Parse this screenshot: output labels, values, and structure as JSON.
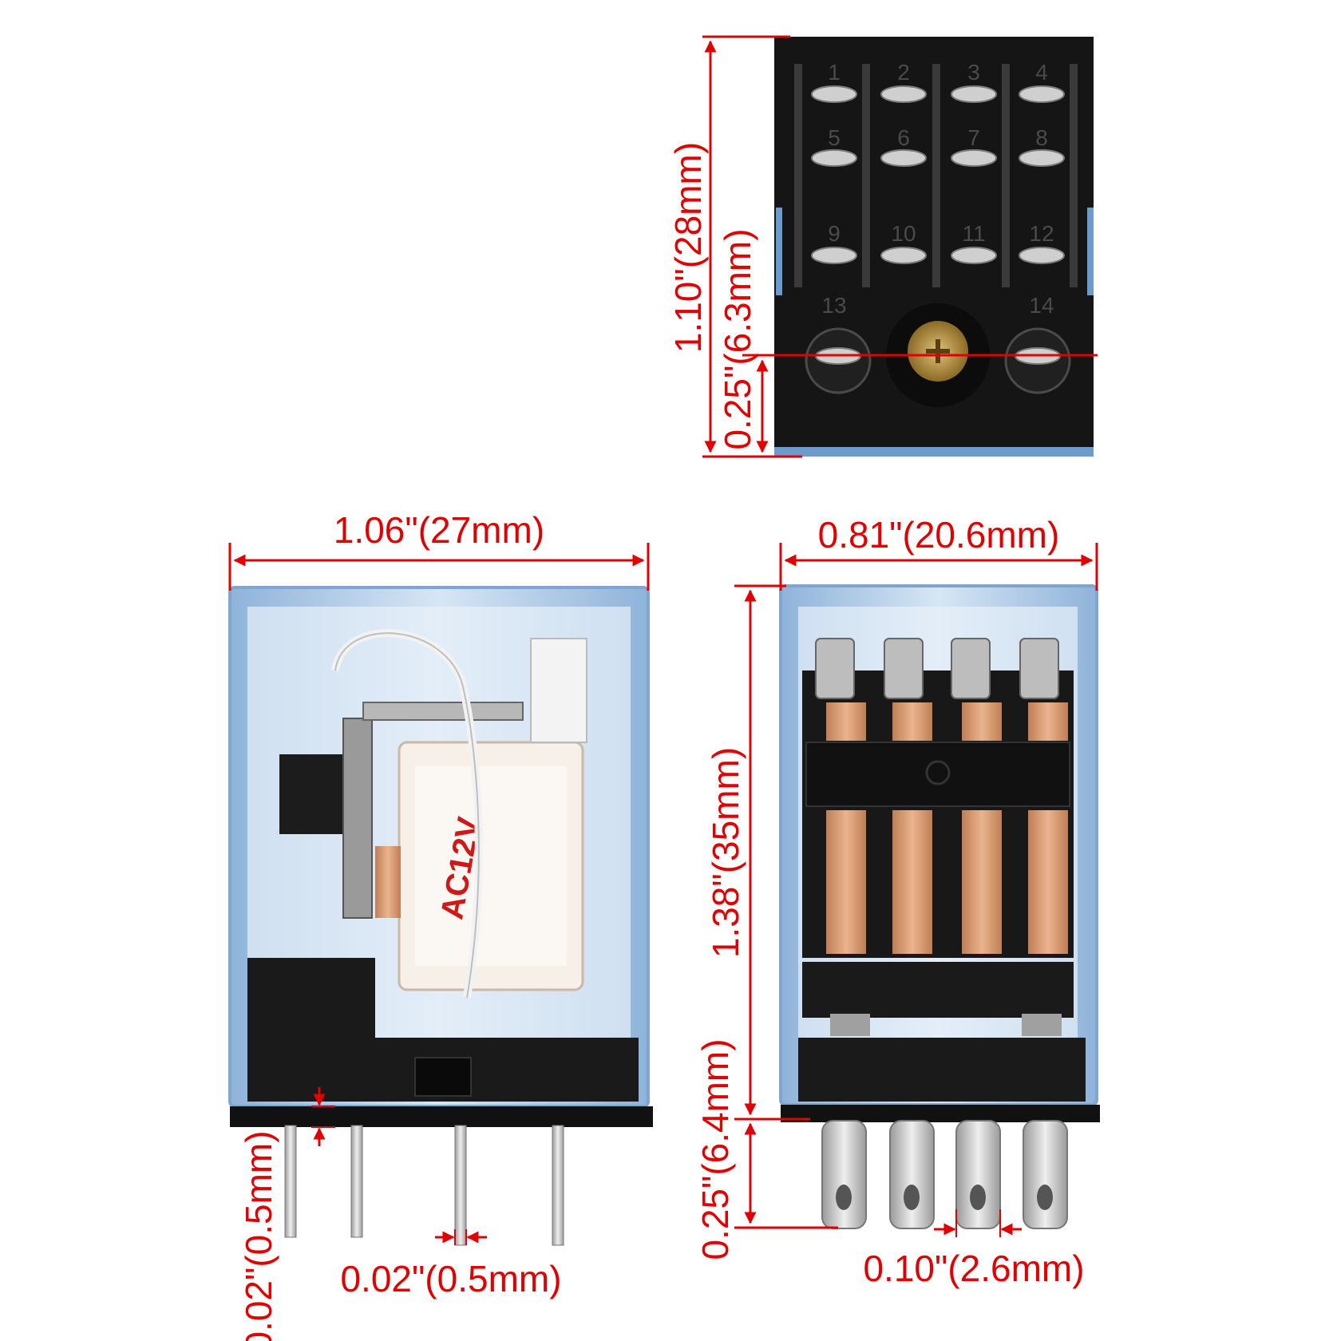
{
  "colors": {
    "dimension": "#e30000",
    "relay_case": "#aac8e6",
    "relay_base": "#1a1a1a",
    "copper": "#d89a72",
    "pin_metal": "#c8c8c8"
  },
  "dimensions": {
    "base_height": "1.10\"(28mm)",
    "base_screw_offset": "0.25\"(6.3mm)",
    "side_width": "1.06\"(27mm)",
    "front_width": "0.81\"(20.6mm)",
    "body_height": "1.38\"(35mm)",
    "pin_length": "0.25\"(6.4mm)",
    "pin_thickness": "0.02\"(0.5mm)",
    "pin_width": "0.02\"(0.5mm)",
    "pin_spacing": "0.10\"(2.6mm)"
  },
  "terminals": [
    "1",
    "2",
    "3",
    "4",
    "5",
    "6",
    "7",
    "8",
    "9",
    "10",
    "11",
    "12",
    "13",
    "14"
  ],
  "coil_label": "AC12V"
}
